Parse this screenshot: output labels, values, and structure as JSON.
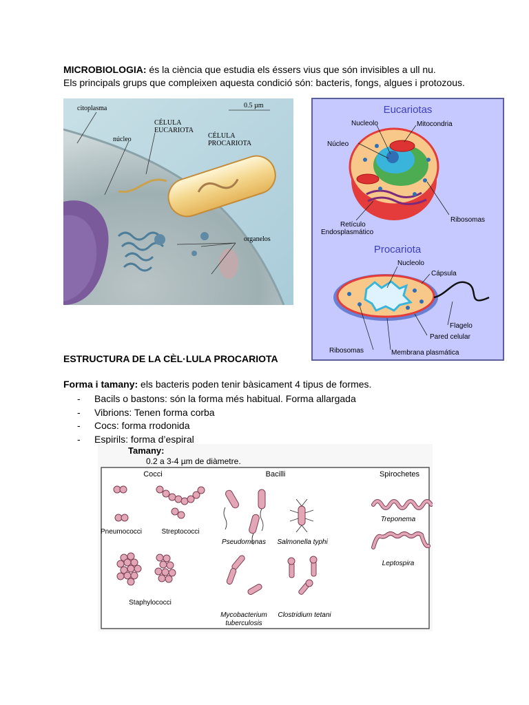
{
  "intro": {
    "term": "MICROBIOLOGIA:",
    "definition": " és la ciència que estudia els éssers vius que són invisibles a ull nu.",
    "line2": "Els principals grups que compleixen aquesta condició són: bacteris, fongs, algues i protozous."
  },
  "cell_photo": {
    "labels": {
      "citoplasma": "citoplasma",
      "scale": "0.5 µm",
      "eucariota": [
        "CÉLULA",
        "EUCARIOTA"
      ],
      "procariota": [
        "CÉLULA",
        "PROCARIOTA"
      ],
      "nucleo": "núcleo",
      "organelos": "organelos"
    }
  },
  "cell_diagram": {
    "eucariotas_title": "Eucariotas",
    "eucariotas_labels": {
      "nucleolo": "Nucleolo",
      "mitocondria": "Mitocondria",
      "nucleo": "Núcleo",
      "ribosomas": "Ribosomas",
      "reticulo": [
        "Retículo",
        "Endosplasmático"
      ]
    },
    "procariota_title": "Procariota",
    "procariota_labels": {
      "nucleolo": "Nucleolo",
      "capsula": "Cápsula",
      "flagelo": "Flagelo",
      "pared": "Pared celular",
      "ribosomas": "Ribosomas",
      "membrana": "Membrana plasmática"
    }
  },
  "structure": {
    "heading": "ESTRUCTURA DE LA CÈL·LULA PROCARIOTA",
    "forma_term": "Forma i tamany:",
    "forma_text": " els bacteris poden tenir bàsicament 4 tipus de formes.",
    "items": [
      "Bacils o bastons: són la forma més habitual. Forma allargada",
      "Vibrions: Tenen forma corba",
      "Cocs: forma rrodonida",
      "Espirils: forma d’espiral"
    ]
  },
  "shapes_figure": {
    "tamany_title": "Tamany:",
    "tamany_value": "0.2 a 3-4 µm de diàmetre.",
    "columns": [
      "Cocci",
      "Bacilli",
      "Spirochetes"
    ],
    "species": {
      "pneumococci": "Pneumococci",
      "streptococci": "Streptococci",
      "staphylococci": "Staphylococci",
      "pseudomonas": "Pseudomonas",
      "salmonella": "Salmonella typhi",
      "mycobacterium": [
        "Mycobacterium",
        "tuberculosis"
      ],
      "clostridium": "Clostridium tetani",
      "treponema": "Treponema",
      "leptospira": "Leptospira"
    }
  }
}
